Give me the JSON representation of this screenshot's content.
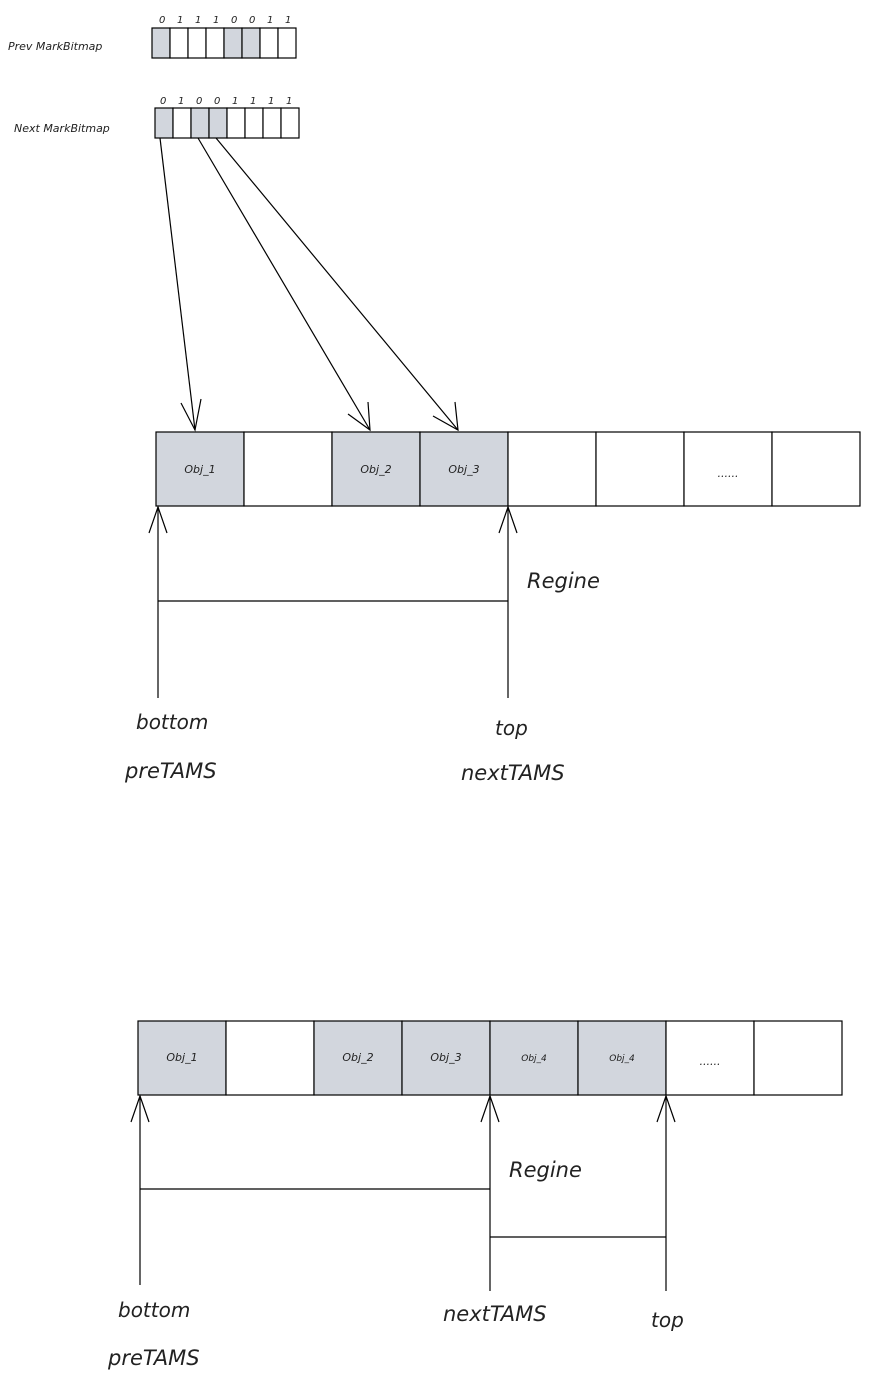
{
  "colors": {
    "marked": "#d2d6dd",
    "unmarked": "#ffffff",
    "stroke": "#000000"
  },
  "prev_bitmap": {
    "label": "Prev MarkBitmap",
    "bits": [
      "0",
      "1",
      "1",
      "1",
      "0",
      "0",
      "1",
      "1"
    ]
  },
  "next_bitmap": {
    "label": "Next MarkBitmap",
    "bits": [
      "0",
      "1",
      "0",
      "0",
      "1",
      "1",
      "1",
      "1"
    ]
  },
  "region1": {
    "cells": [
      "Obj_1",
      "",
      "Obj_2",
      "Obj_3",
      "",
      "",
      "......",
      ""
    ],
    "region_label": "Regine",
    "bottom_label": "bottom",
    "pretams_label": "preTAMS",
    "top_label": "top",
    "nexttams_label": "nextTAMS"
  },
  "region2": {
    "cells": [
      "Obj_1",
      "",
      "Obj_2",
      "Obj_3",
      "Obj_4",
      "Obj_4",
      "......",
      ""
    ],
    "region_label": "Regine",
    "bottom_label": "bottom",
    "pretams_label": "preTAMS",
    "nexttams_label": "nextTAMS",
    "top_label": "top"
  }
}
